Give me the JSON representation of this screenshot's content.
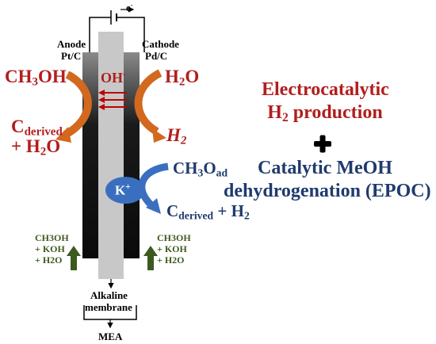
{
  "electrode": {
    "electron": "e",
    "electron_sign": "-",
    "anode_label": "Anode",
    "anode_catalyst": "Pt/C",
    "cathode_label": "Cathode",
    "cathode_catalyst": "Pd/C"
  },
  "species": {
    "methanol_main": "CH",
    "methanol_sub": "3",
    "methanol_tail": "OH",
    "hydroxide": "OH",
    "hydroxide_charge": "-",
    "water_main": "H",
    "water_sub": "2",
    "water_tail": "O",
    "cderived_main": "C",
    "cderived_sub": "derived",
    "plus_water_a": "+ H",
    "plus_water_sub": "2",
    "plus_water_b": "O",
    "h2_main": "H",
    "h2_sub": "2",
    "methoxy_main": "CH",
    "methoxy_sub1": "3",
    "methoxy_mid": "O",
    "methoxy_sub2": "ad",
    "potassium": "K",
    "potassium_charge": "+",
    "cderived2_main": "C",
    "cderived2_sub": "derived",
    "plus_h2": " + H",
    "plus_h2_sub": "2"
  },
  "feeds": {
    "left": [
      "CH3OH",
      "+ KOH",
      "+ H2O"
    ],
    "right": [
      "CH3OH",
      "+ KOH",
      "+ H2O"
    ]
  },
  "membrane": {
    "line1": "Alkaline",
    "line2": "membrane",
    "mea": "MEA"
  },
  "headline": {
    "line1": "Electrocatalytic",
    "line2_main": "H",
    "line2_sub": "2",
    "line2_rest": " production",
    "line3": "Catalytic MeOH",
    "line4": "dehydrogenation (EPOC)"
  },
  "colors": {
    "red": "#b01e1e",
    "navy": "#1f3a6e",
    "orange": "#d2691e",
    "blue": "#3a6fc0",
    "green": "#3d5a1e",
    "membrane": "#c8c8c8"
  }
}
